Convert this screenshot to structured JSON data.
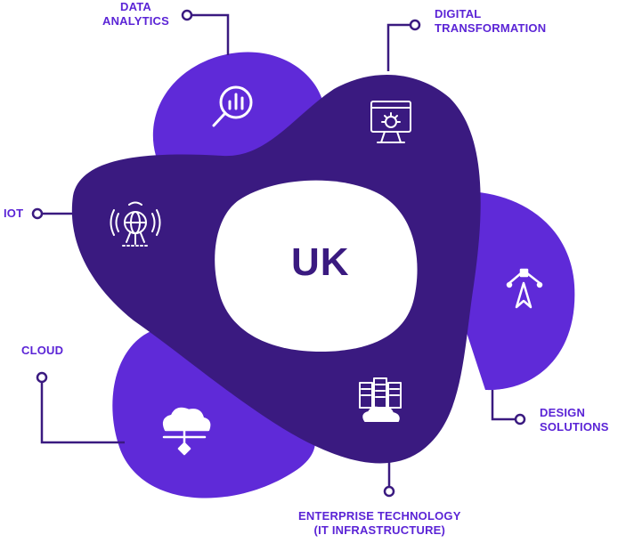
{
  "center": {
    "label": "UK"
  },
  "nodes": {
    "data_analytics": {
      "line1": "DATA",
      "line2": "ANALYTICS",
      "icon": "magnifier-chart-icon"
    },
    "digital_transformation": {
      "line1": "DIGITAL",
      "line2": "TRANSFORMATION",
      "icon": "monitor-gear-icon"
    },
    "iot": {
      "line1": "IOT",
      "icon": "globe-signal-icon"
    },
    "design_solutions": {
      "line1": "DESIGN",
      "line2": "SOLUTIONS",
      "icon": "vector-pen-icon"
    },
    "cloud": {
      "line1": "CLOUD",
      "icon": "cloud-network-icon"
    },
    "enterprise_technology": {
      "line1": "ENTERPRISE TECHNOLOGY",
      "line2": "(IT INFRASTRUCTURE)",
      "icon": "server-cloud-icon"
    }
  },
  "colors": {
    "dark_blob": "#3a1a80",
    "light_blob": "#5f2ad8",
    "center": "#ffffff",
    "label": "#5b24d6",
    "connector": "#3a1a80"
  }
}
